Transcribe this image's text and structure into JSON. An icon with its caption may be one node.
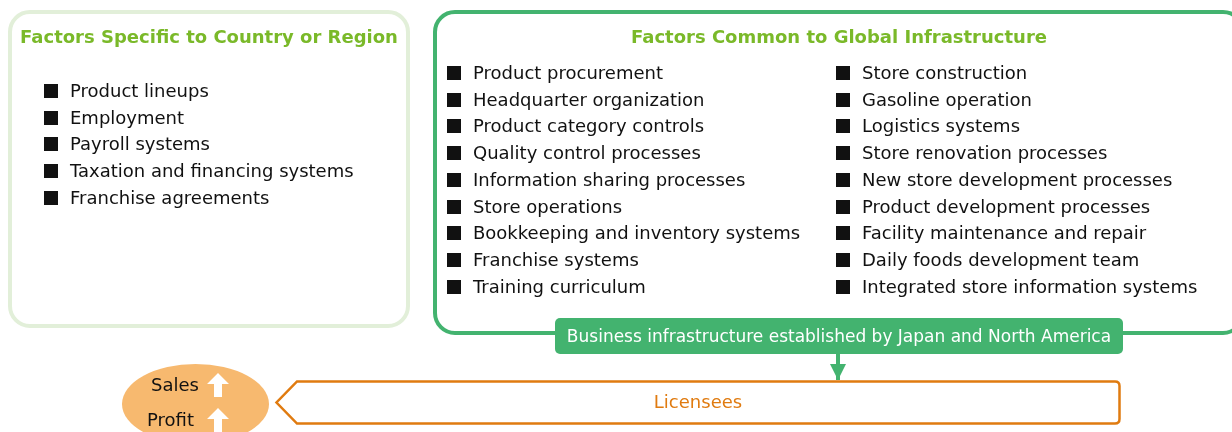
{
  "diagram": {
    "nodes": [
      {
        "text": [
          "Factors Specific to Country or Region",
          "Product lineups",
          "Employment",
          "Payroll systems",
          "Taxation and financing systems",
          "Franchise agreements"
        ]
      },
      {
        "text": [
          "Factors Common to Global Infrastructure",
          "Product procurement",
          "Headquarter organization",
          "Product category controls",
          "Quality control processes",
          "Information sharing processes",
          "Store operations",
          "Bookkeeping and inventory systems",
          "Franchise systems",
          "Training curriculum",
          "Store construction",
          "Gasoline operation",
          "Logistics systems",
          "Store renovation processes",
          "New store development processes",
          "Product development processes",
          "Facility maintenance and repair",
          "Daily foods development team",
          "Integrated store information systems"
        ]
      },
      {
        "text": [
          "Business infrastructure established by Japan and North America"
        ]
      },
      {
        "text": [
          "Licensees"
        ]
      },
      {
        "text": [
          "Sales",
          "Profit"
        ]
      }
    ],
    "edges": [
      {
        "from": 2,
        "to": 3,
        "arrow": "to"
      }
    ]
  }
}
